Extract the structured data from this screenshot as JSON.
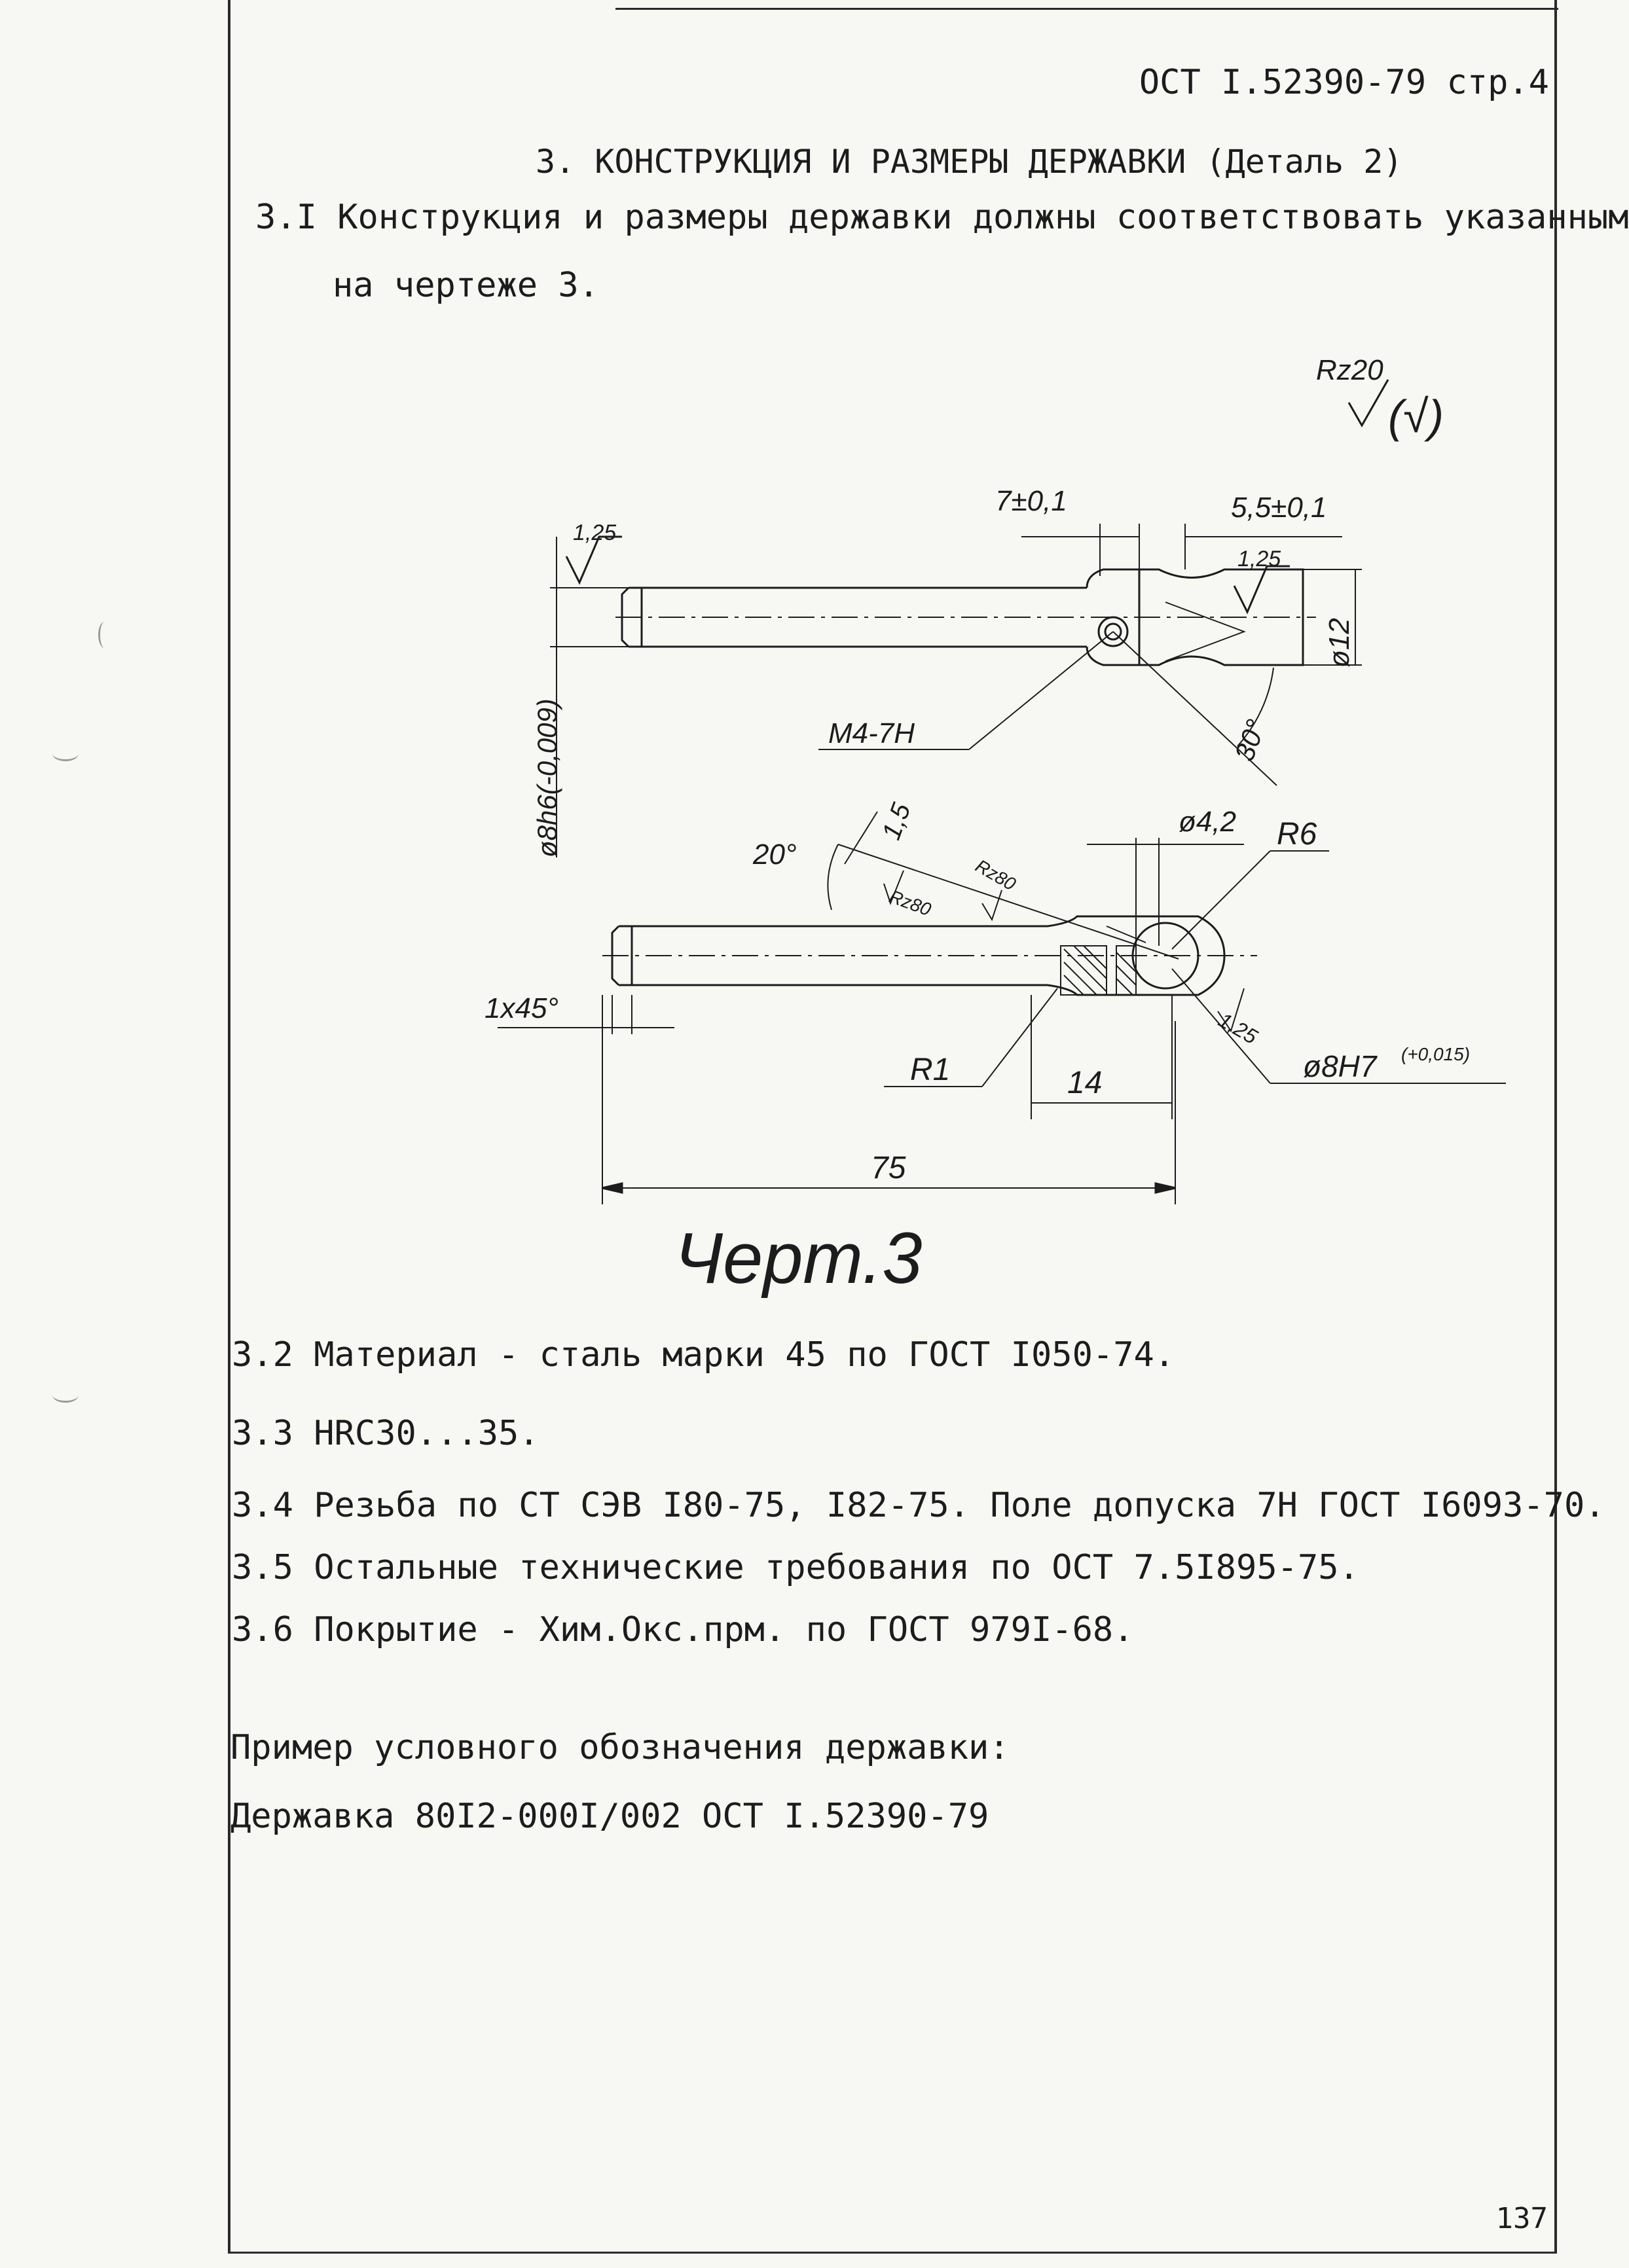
{
  "header": {
    "doc_ref": "ОСТ I.52390-79 стр.4"
  },
  "section": {
    "title": "3. КОНСТРУКЦИЯ И РАЗМЕРЫ ДЕРЖАВКИ (Деталь 2)"
  },
  "clause_3_1": {
    "line1": "3.I Конструкция и размеры державки должны соответствовать указанным",
    "line2": "на чертеже 3."
  },
  "drawing": {
    "roughness_main": "R​z20",
    "roughness_bracket": "(√)",
    "dims": {
      "d_7": "7±0,1",
      "d_55": "5,5±0,1",
      "rough_125_a": "1,25",
      "rough_125_b": "1,25",
      "rough_125_c": "1,25",
      "d12": "ø12",
      "d8h6": "ø8h6(-0,009)",
      "thread": "M4-7H",
      "angle30": "30°",
      "angle20": "20°",
      "d15": "1,5",
      "rz80a": "Rz80",
      "rz80b": "Rz80",
      "d42": "ø4,2",
      "r6": "R6",
      "chamfer": "1x45°",
      "r1": "R1",
      "d14": "14",
      "d8h7": "ø8H7",
      "d8h7_tol": "(+0,015)",
      "d75": "75"
    },
    "caption": "Черт.3"
  },
  "items": [
    {
      "num": "3.2",
      "text": "Материал - сталь марки 45 по ГОСТ I050-74."
    },
    {
      "num": "3.3",
      "text": "HRC30...35."
    },
    {
      "num": "3.4",
      "text": "Резьба по СТ СЭВ I80-75, I82-75. Поле допуска 7H ГОСТ I6093-70."
    },
    {
      "num": "3.5",
      "text": "Остальные технические требования по ОСТ 7.5I895-75."
    },
    {
      "num": "3.6",
      "text": "Покрытие - Хим.Окс.прм. по ГОСТ 979I-68."
    }
  ],
  "example": {
    "label": "Пример условного обозначения державки:",
    "value": "Державка 80I2-000I/002 ОСТ  I.52390-79"
  },
  "page_number": "137"
}
